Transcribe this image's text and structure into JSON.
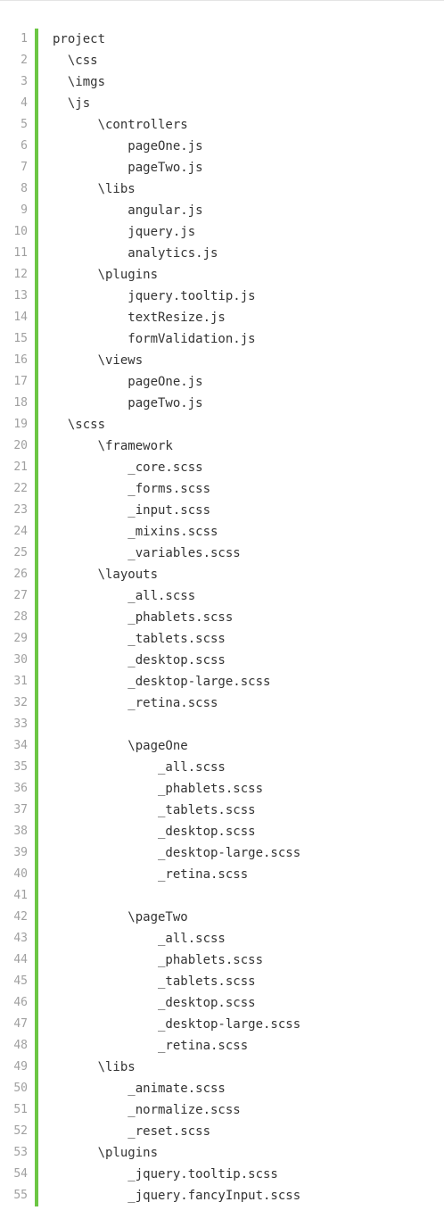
{
  "code": {
    "accent_color": "#6cc644",
    "lines": [
      {
        "n": "1",
        "text": "project"
      },
      {
        "n": "2",
        "text": "  \\css"
      },
      {
        "n": "3",
        "text": "  \\imgs"
      },
      {
        "n": "4",
        "text": "  \\js"
      },
      {
        "n": "5",
        "text": "      \\controllers"
      },
      {
        "n": "6",
        "text": "          pageOne.js"
      },
      {
        "n": "7",
        "text": "          pageTwo.js"
      },
      {
        "n": "8",
        "text": "      \\libs"
      },
      {
        "n": "9",
        "text": "          angular.js"
      },
      {
        "n": "10",
        "text": "          jquery.js"
      },
      {
        "n": "11",
        "text": "          analytics.js"
      },
      {
        "n": "12",
        "text": "      \\plugins"
      },
      {
        "n": "13",
        "text": "          jquery.tooltip.js"
      },
      {
        "n": "14",
        "text": "          textResize.js"
      },
      {
        "n": "15",
        "text": "          formValidation.js"
      },
      {
        "n": "16",
        "text": "      \\views"
      },
      {
        "n": "17",
        "text": "          pageOne.js"
      },
      {
        "n": "18",
        "text": "          pageTwo.js"
      },
      {
        "n": "19",
        "text": "  \\scss"
      },
      {
        "n": "20",
        "text": "      \\framework"
      },
      {
        "n": "21",
        "text": "          _core.scss"
      },
      {
        "n": "22",
        "text": "          _forms.scss"
      },
      {
        "n": "23",
        "text": "          _input.scss"
      },
      {
        "n": "24",
        "text": "          _mixins.scss"
      },
      {
        "n": "25",
        "text": "          _variables.scss"
      },
      {
        "n": "26",
        "text": "      \\layouts"
      },
      {
        "n": "27",
        "text": "          _all.scss"
      },
      {
        "n": "28",
        "text": "          _phablets.scss"
      },
      {
        "n": "29",
        "text": "          _tablets.scss"
      },
      {
        "n": "30",
        "text": "          _desktop.scss"
      },
      {
        "n": "31",
        "text": "          _desktop-large.scss"
      },
      {
        "n": "32",
        "text": "          _retina.scss"
      },
      {
        "n": "33",
        "text": ""
      },
      {
        "n": "34",
        "text": "          \\pageOne"
      },
      {
        "n": "35",
        "text": "              _all.scss"
      },
      {
        "n": "36",
        "text": "              _phablets.scss"
      },
      {
        "n": "37",
        "text": "              _tablets.scss"
      },
      {
        "n": "38",
        "text": "              _desktop.scss"
      },
      {
        "n": "39",
        "text": "              _desktop-large.scss"
      },
      {
        "n": "40",
        "text": "              _retina.scss"
      },
      {
        "n": "41",
        "text": ""
      },
      {
        "n": "42",
        "text": "          \\pageTwo"
      },
      {
        "n": "43",
        "text": "              _all.scss"
      },
      {
        "n": "44",
        "text": "              _phablets.scss"
      },
      {
        "n": "45",
        "text": "              _tablets.scss"
      },
      {
        "n": "46",
        "text": "              _desktop.scss"
      },
      {
        "n": "47",
        "text": "              _desktop-large.scss"
      },
      {
        "n": "48",
        "text": "              _retina.scss"
      },
      {
        "n": "49",
        "text": "      \\libs"
      },
      {
        "n": "50",
        "text": "          _animate.scss"
      },
      {
        "n": "51",
        "text": "          _normalize.scss"
      },
      {
        "n": "52",
        "text": "          _reset.scss"
      },
      {
        "n": "53",
        "text": "      \\plugins"
      },
      {
        "n": "54",
        "text": "          _jquery.tooltip.scss"
      },
      {
        "n": "55",
        "text": "          _jquery.fancyInput.scss"
      }
    ]
  }
}
